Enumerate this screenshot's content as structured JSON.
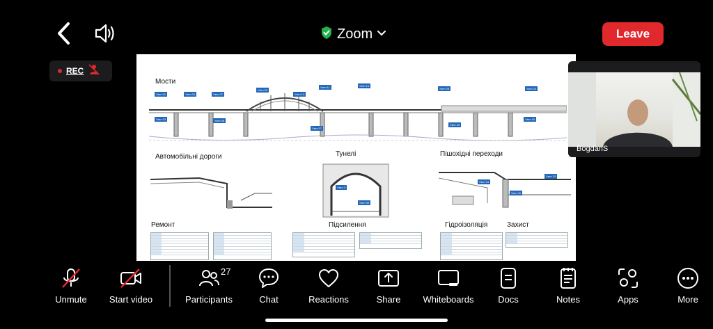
{
  "header": {
    "title": "Zoom",
    "leave_label": "Leave"
  },
  "recording": {
    "label": "REC"
  },
  "shared_screen": {
    "sections": {
      "bridges": "Мости",
      "roads": "Автомобільні дороги",
      "tunnels": "Тунелі",
      "crossings": "Пішохідні переходи",
      "repair": "Ремонт",
      "reinforcement": "Підсилення",
      "waterproofing": "Гідроізоляція",
      "protection": "Захист"
    }
  },
  "participant_tile": {
    "name": "BogdanS"
  },
  "toolbar": {
    "unmute": "Unmute",
    "start_video": "Start video",
    "participants": "Participants",
    "participants_count": "27",
    "chat": "Chat",
    "reactions": "Reactions",
    "share": "Share",
    "whiteboards": "Whiteboards",
    "docs": "Docs",
    "notes": "Notes",
    "apps": "Apps",
    "more": "More"
  },
  "colors": {
    "leave": "#e0282d",
    "shield": "#22b14c",
    "diagram_tag": "#2367b8"
  }
}
